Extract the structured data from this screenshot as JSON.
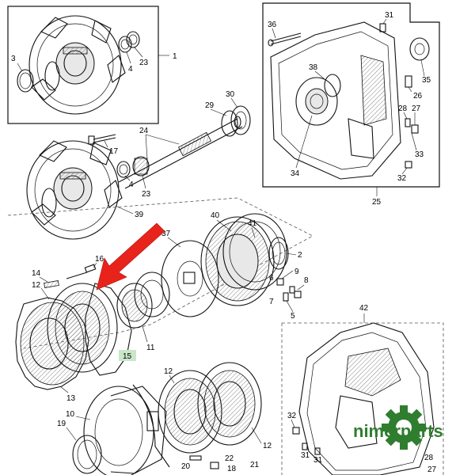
{
  "accent_color": "#e8231c",
  "callout_highlight_color": "#c9e6c9",
  "watermark": {
    "text": "nimerparts",
    "color": "#2f7d2f",
    "icon": "gear-icon"
  },
  "callouts": {
    "c1": "1",
    "c3": "3",
    "c4a": "4",
    "c23a": "23",
    "c31": "31",
    "c36": "36",
    "c38": "38",
    "c35": "35",
    "c26": "26",
    "c28": "28",
    "c27": "27",
    "c33": "33",
    "c32a": "32",
    "c34": "34",
    "c25": "25",
    "c29": "29",
    "c30": "30",
    "c24": "24",
    "c17": "17",
    "c4b": "4",
    "c23b": "23",
    "c39": "39",
    "c40": "40",
    "c41": "41",
    "c37": "37",
    "c2": "2",
    "c9": "9",
    "c8": "8",
    "c6": "6",
    "c7": "7",
    "c5": "5",
    "c16": "16",
    "c14": "14",
    "c12a": "12",
    "c11": "11",
    "c15": "15",
    "c13": "13",
    "c42": "42",
    "c12b": "12",
    "c12c": "12",
    "c10": "10",
    "c19": "19",
    "c20": "20",
    "c22": "22",
    "c18": "18",
    "c21": "21",
    "c32b": "32",
    "c31b": "31",
    "c31c": "31",
    "c28b": "28",
    "c27b": "27"
  }
}
